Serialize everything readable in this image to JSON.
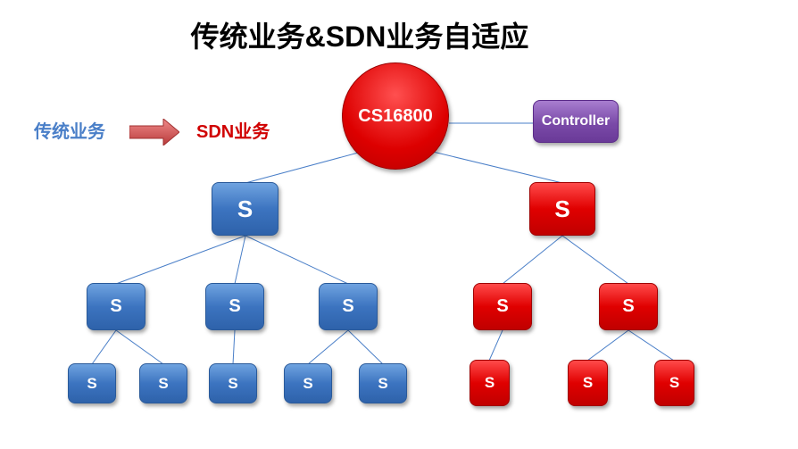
{
  "title": "传统业务&SDN业务自适应",
  "legend": {
    "traditional": "传统业务",
    "sdn": "SDN业务"
  },
  "core": {
    "label": "CS16800"
  },
  "controller": {
    "label": "Controller"
  },
  "switch_label": "S",
  "colors": {
    "blue": "#3c74c0",
    "red": "#e00000",
    "purple": "#7a4aa8"
  }
}
